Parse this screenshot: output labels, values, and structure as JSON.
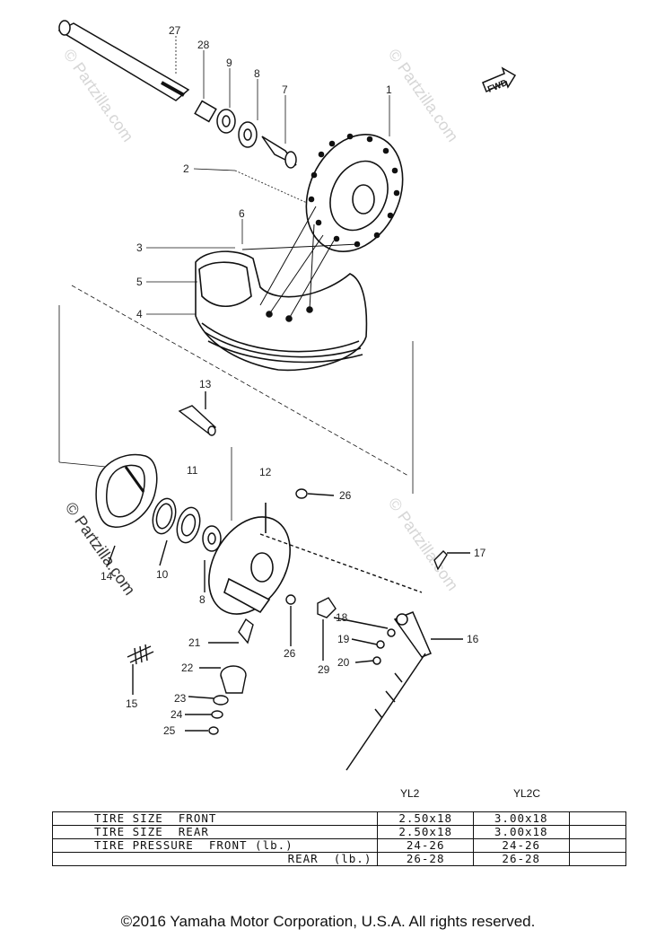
{
  "watermark": "© Partzilla.com",
  "direction_marker": "FWD",
  "callouts": [
    "27",
    "28",
    "9",
    "8",
    "7",
    "1",
    "2",
    "6",
    "3",
    "5",
    "4",
    "13",
    "11",
    "12",
    "26",
    "17",
    "14",
    "10",
    "8",
    "18",
    "19",
    "20",
    "16",
    "21",
    "26",
    "29",
    "22",
    "15",
    "23",
    "24",
    "25"
  ],
  "spec_table": {
    "col_headers": [
      "YL2",
      "YL2C"
    ],
    "rows": [
      {
        "label": "TIRE SIZE  FRONT",
        "yl2": "2.50x18",
        "yl2c": "3.00x18"
      },
      {
        "label": "TIRE SIZE  REAR",
        "yl2": "2.50x18",
        "yl2c": "3.00x18"
      },
      {
        "label": "TIRE PRESSURE  FRONT (lb.)",
        "yl2": "24-26",
        "yl2c": "24-26"
      },
      {
        "label": "REAR  (lb.)",
        "yl2": "26-28",
        "yl2c": "26-28"
      }
    ]
  },
  "copyright": "©2016 Yamaha Motor Corporation, U.S.A. All rights reserved."
}
